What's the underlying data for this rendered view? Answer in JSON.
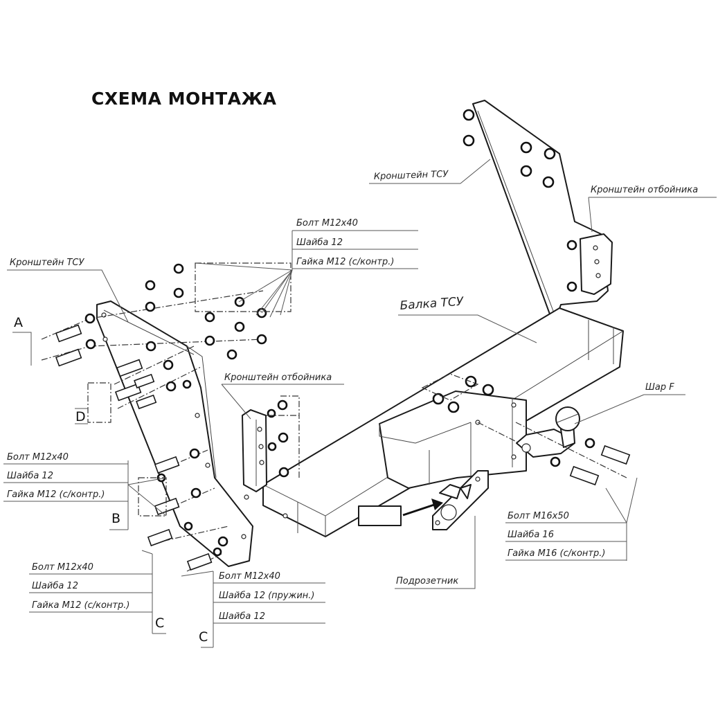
{
  "title": "СХЕМА МОНТАЖА",
  "labels": {
    "bracket_tsu_top": "Кронштейн ТСУ",
    "bracket_bumper_right": "Кронштейн отбойника",
    "bracket_tsu_left": "Кронштейн ТСУ",
    "bolt_group_top": [
      "Болт М12х40",
      "Шайба 12",
      "Гайка М12 (с/контр.)"
    ],
    "balka_tsu": "Балка ТСУ",
    "bracket_bumper_left": "Кронштейн отбойника",
    "ball": "Шар F",
    "group_b": [
      "Болт М12х40",
      "Шайба 12",
      "Гайка М12 (с/контр.)"
    ],
    "group_m16": [
      "Болт М16х50",
      "Шайба 16",
      "Гайка М16 (с/контр.)"
    ],
    "group_c1": [
      "Болт М12х40",
      "Шайба 12",
      "Гайка М12 (с/контр.)"
    ],
    "group_c2": [
      "Болт М12х40",
      "Шайба 12 (пружин.)",
      "Шайба 12"
    ],
    "socket_plate": "Подрозетник"
  },
  "letters": {
    "a": "A",
    "b": "B",
    "c1": "C",
    "c2": "C",
    "d": "D"
  }
}
